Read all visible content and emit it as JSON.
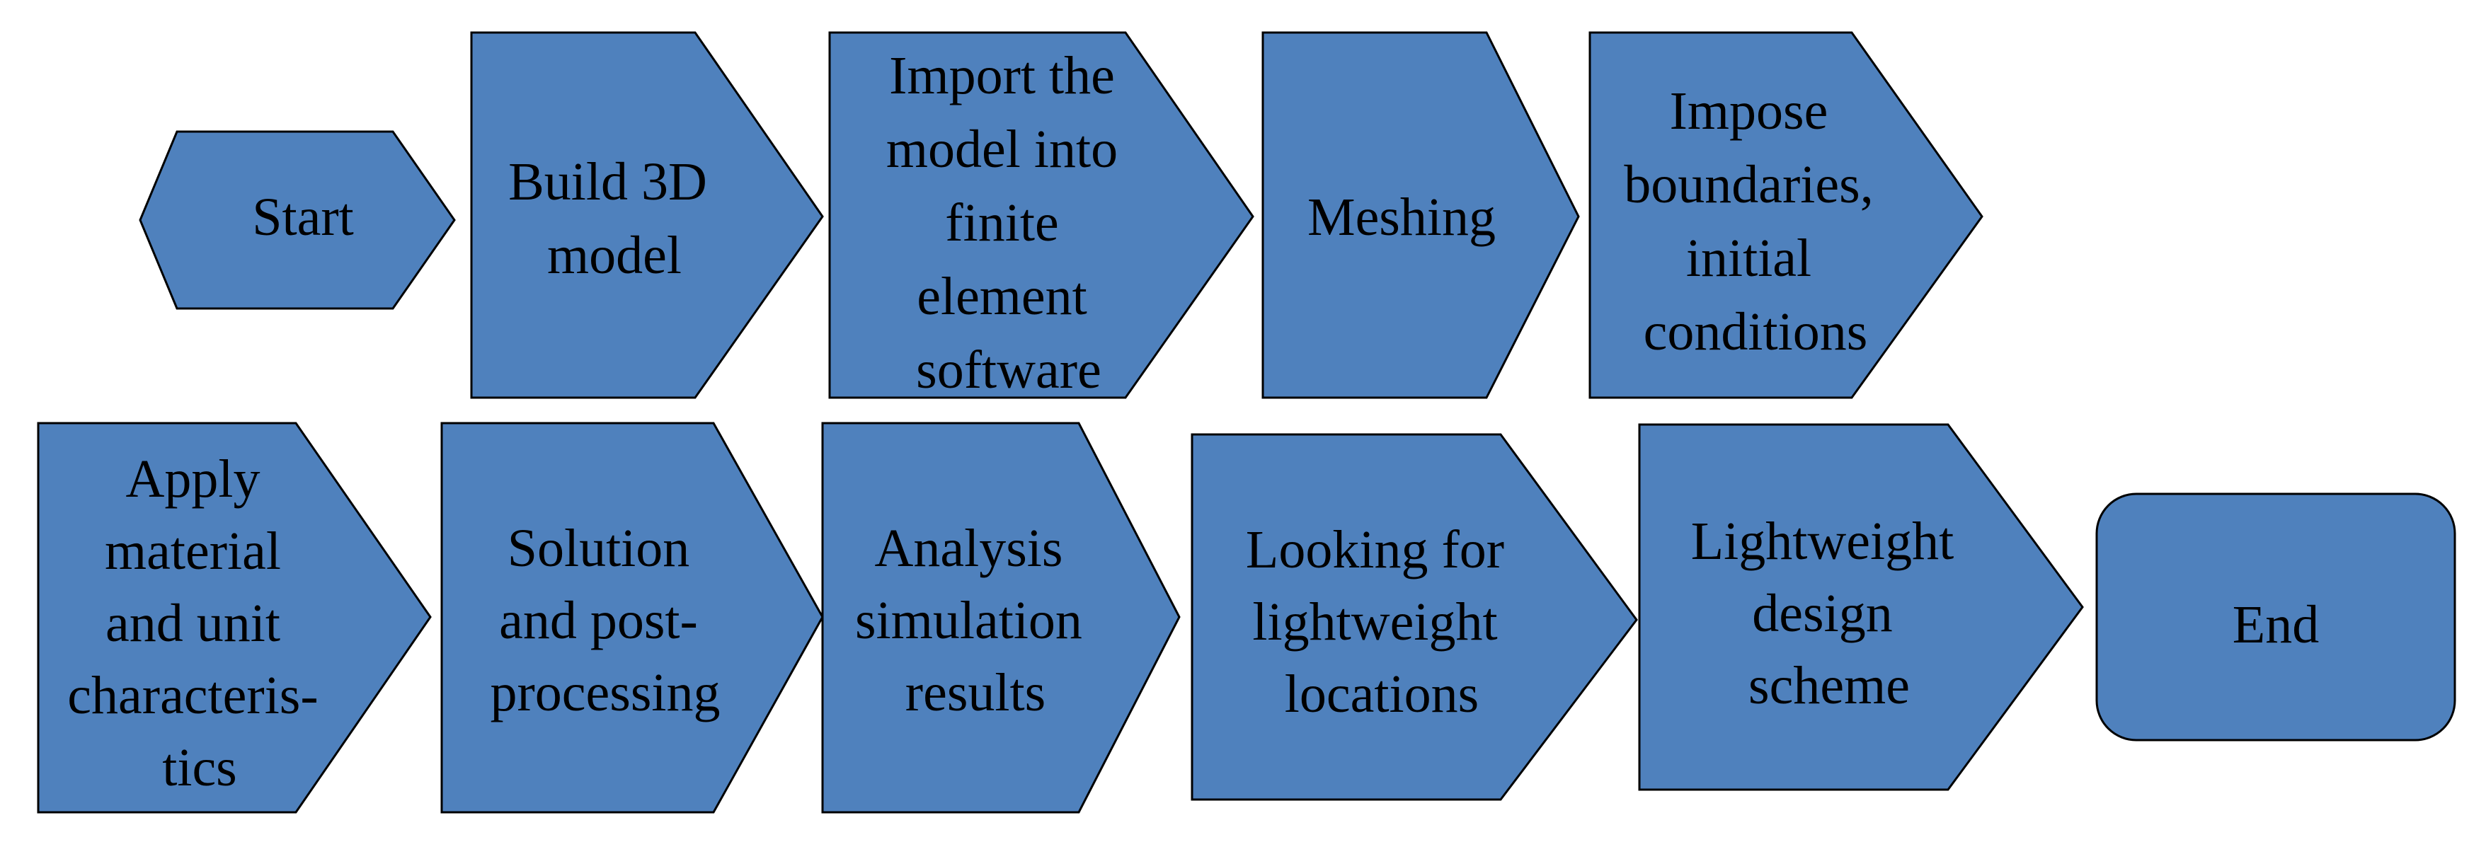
{
  "colors": {
    "shape_fill": "#4f81bd",
    "shape_stroke": "#000000",
    "text": "#000000",
    "background": "#ffffff"
  },
  "nodes": [
    {
      "id": "start",
      "shape": "hexagon",
      "lines": [
        "Start"
      ]
    },
    {
      "id": "build-3d-model",
      "shape": "pentagon-arrow",
      "lines": [
        "Build 3D",
        "model"
      ]
    },
    {
      "id": "import-model",
      "shape": "pentagon-arrow",
      "lines": [
        "Import the",
        "model into",
        "finite",
        "element",
        "software"
      ]
    },
    {
      "id": "meshing",
      "shape": "pentagon-arrow",
      "lines": [
        "Meshing"
      ]
    },
    {
      "id": "impose-boundaries",
      "shape": "pentagon-arrow",
      "lines": [
        "Impose",
        "boundaries,",
        "initial",
        "conditions"
      ]
    },
    {
      "id": "apply-material",
      "shape": "pentagon-arrow",
      "lines": [
        "Apply",
        "material",
        "and unit",
        "characteris-",
        "tics"
      ]
    },
    {
      "id": "solution",
      "shape": "pentagon-arrow",
      "lines": [
        "Solution",
        "and post-",
        "processing"
      ]
    },
    {
      "id": "analysis",
      "shape": "pentagon-arrow",
      "lines": [
        "Analysis",
        "simulation",
        "results"
      ]
    },
    {
      "id": "looking-for",
      "shape": "pentagon-arrow",
      "lines": [
        "Looking for",
        "lightweight",
        "locations"
      ]
    },
    {
      "id": "lightweight-design",
      "shape": "pentagon-arrow",
      "lines": [
        "Lightweight",
        "design",
        "scheme"
      ]
    },
    {
      "id": "end",
      "shape": "rounded-rect",
      "lines": [
        "End"
      ]
    }
  ]
}
